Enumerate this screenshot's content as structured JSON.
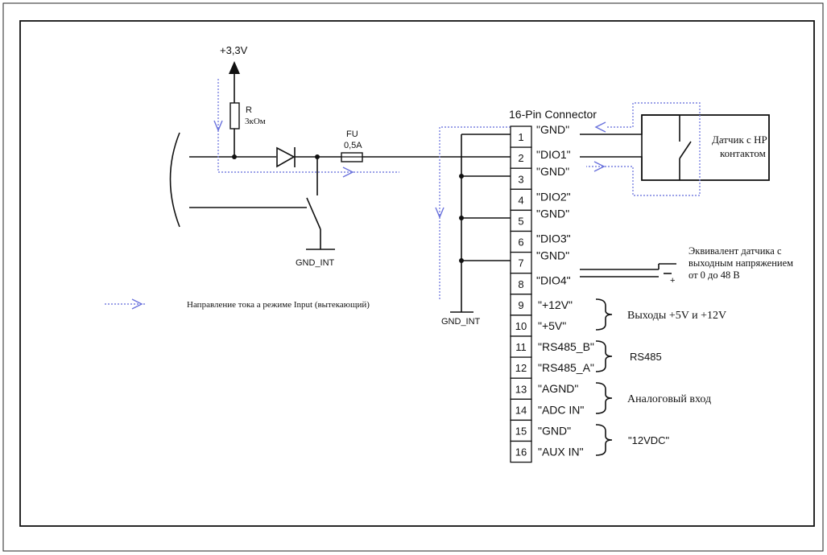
{
  "supply": {
    "label": "+3,3V"
  },
  "resistor": {
    "designator": "R",
    "value": "3кОм"
  },
  "fuse": {
    "designator": "FU",
    "value": "0,5А"
  },
  "ground_int_left": "GND_INT",
  "ground_int_right": "GND_INT",
  "connector": {
    "title": "16-Pin Connector",
    "pins": [
      {
        "num": "1",
        "label": "\"GND\""
      },
      {
        "num": "2",
        "label": "\"DIO1\""
      },
      {
        "num": "3",
        "label": "\"GND\""
      },
      {
        "num": "4",
        "label": "\"DIO2\""
      },
      {
        "num": "5",
        "label": "\"GND\""
      },
      {
        "num": "6",
        "label": "\"DIO3\""
      },
      {
        "num": "7",
        "label": "\"GND\""
      },
      {
        "num": "8",
        "label": "\"DIO4\""
      },
      {
        "num": "9",
        "label": "\"+12V\""
      },
      {
        "num": "10",
        "label": "\"+5V\""
      },
      {
        "num": "11",
        "label": "\"RS485_B\""
      },
      {
        "num": "12",
        "label": "\"RS485_A\""
      },
      {
        "num": "13",
        "label": "\"AGND\""
      },
      {
        "num": "14",
        "label": "\"ADC IN\""
      },
      {
        "num": "15",
        "label": "\"GND\""
      },
      {
        "num": "16",
        "label": "\"AUX IN\""
      }
    ]
  },
  "sensor": {
    "line1": "Датчик с НР",
    "line2": "контактом"
  },
  "voltage_sensor": {
    "line1": "Эквивалент датчика с",
    "line2": "выходным напряжением",
    "line3": "от 0 до 48 В",
    "plus": "+"
  },
  "groups": {
    "outputs": "Выходы +5V и +12V",
    "rs485": "RS485",
    "analog": "Аналоговый вход",
    "power": "\"12VDC\""
  },
  "legend": {
    "text": "Направление тока а режиме Input (вытекающий)",
    "color": "#7a82e0"
  }
}
